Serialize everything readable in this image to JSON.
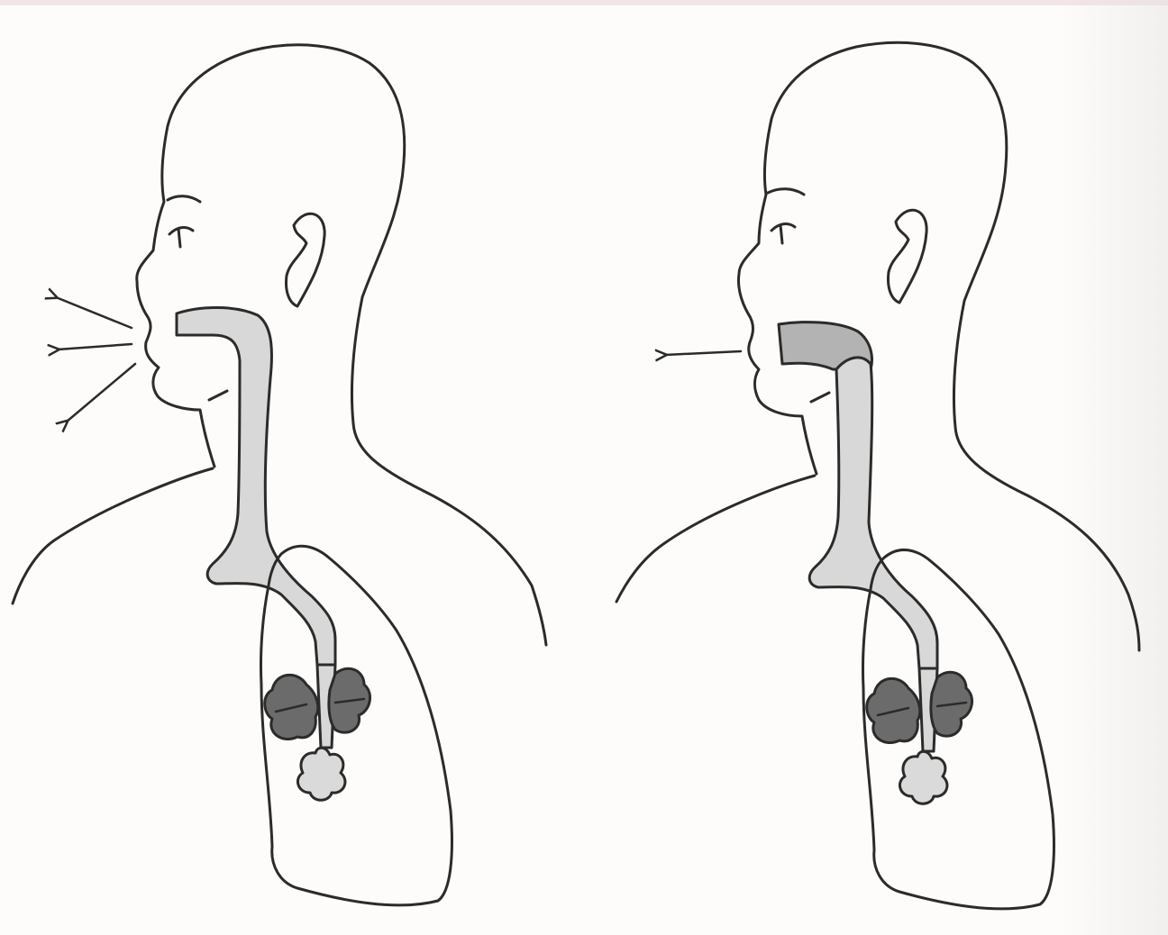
{
  "figure": {
    "panels": [
      {
        "id": "left",
        "airflow_arrows": 3
      },
      {
        "id": "right",
        "airflow_arrows": 1
      }
    ],
    "colors": {
      "outline": "#2b2b2b",
      "airway": "#d8d8d8",
      "tumor": "#6b6b6b",
      "background": "#fdfcfa"
    }
  }
}
